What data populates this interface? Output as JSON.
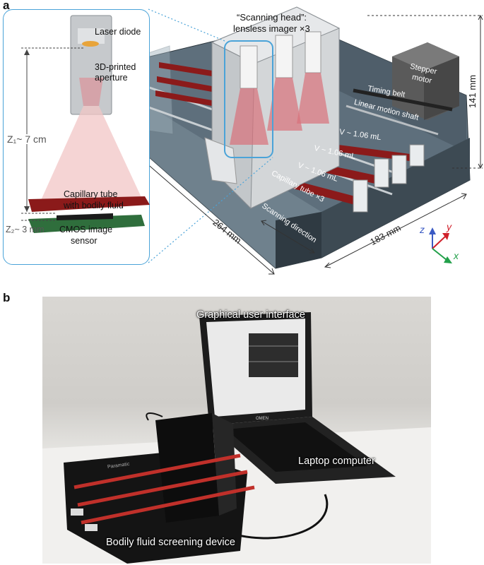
{
  "panel_a": {
    "letter": "a",
    "inset": {
      "laser_diode": "Laser diode",
      "aperture_line1": "3D-printed",
      "aperture_line2": "aperture",
      "z1": "Z₁~ 7 cm",
      "capillary_line1": "Capillary tube",
      "capillary_line2": "with bodily fluid",
      "z2": "Z₂~ 3 mm",
      "cmos_line1": "CMOS image",
      "cmos_line2": "sensor"
    },
    "device": {
      "scanning_head_line1": "“Scanning head”:",
      "scanning_head_line2": "lensless imager ×3",
      "stepper_line1": "Stepper",
      "stepper_line2": "motor",
      "timing_belt": "Timing belt",
      "linear_motion": "Linear motion shaft",
      "volume1": "V ~ 1.06 mL",
      "volume2": "V ~ 1.06 mL",
      "volume3": "V ~ 1.06 mL",
      "capillary_tube": "Capillary tube ×3",
      "scanning_direction": "Scanning direction",
      "dim_width": "264 mm",
      "dim_depth": "183 mm",
      "dim_height": "141 mm"
    },
    "axes": {
      "z": "z",
      "y": "y",
      "x": "x"
    },
    "colors": {
      "inset_border": "#4aa3d8",
      "laser": "#e8a0a0",
      "tube": "#8b1a1a",
      "axis_z": "#3b5bc4",
      "axis_y": "#d0202a",
      "axis_x": "#22a04a"
    }
  },
  "panel_b": {
    "letter": "b",
    "gui": "Graphical user interface",
    "laptop": "Laptop computer",
    "device": "Bodily fluid screening device",
    "brand": "OMEN",
    "pm": "Paramatic"
  }
}
